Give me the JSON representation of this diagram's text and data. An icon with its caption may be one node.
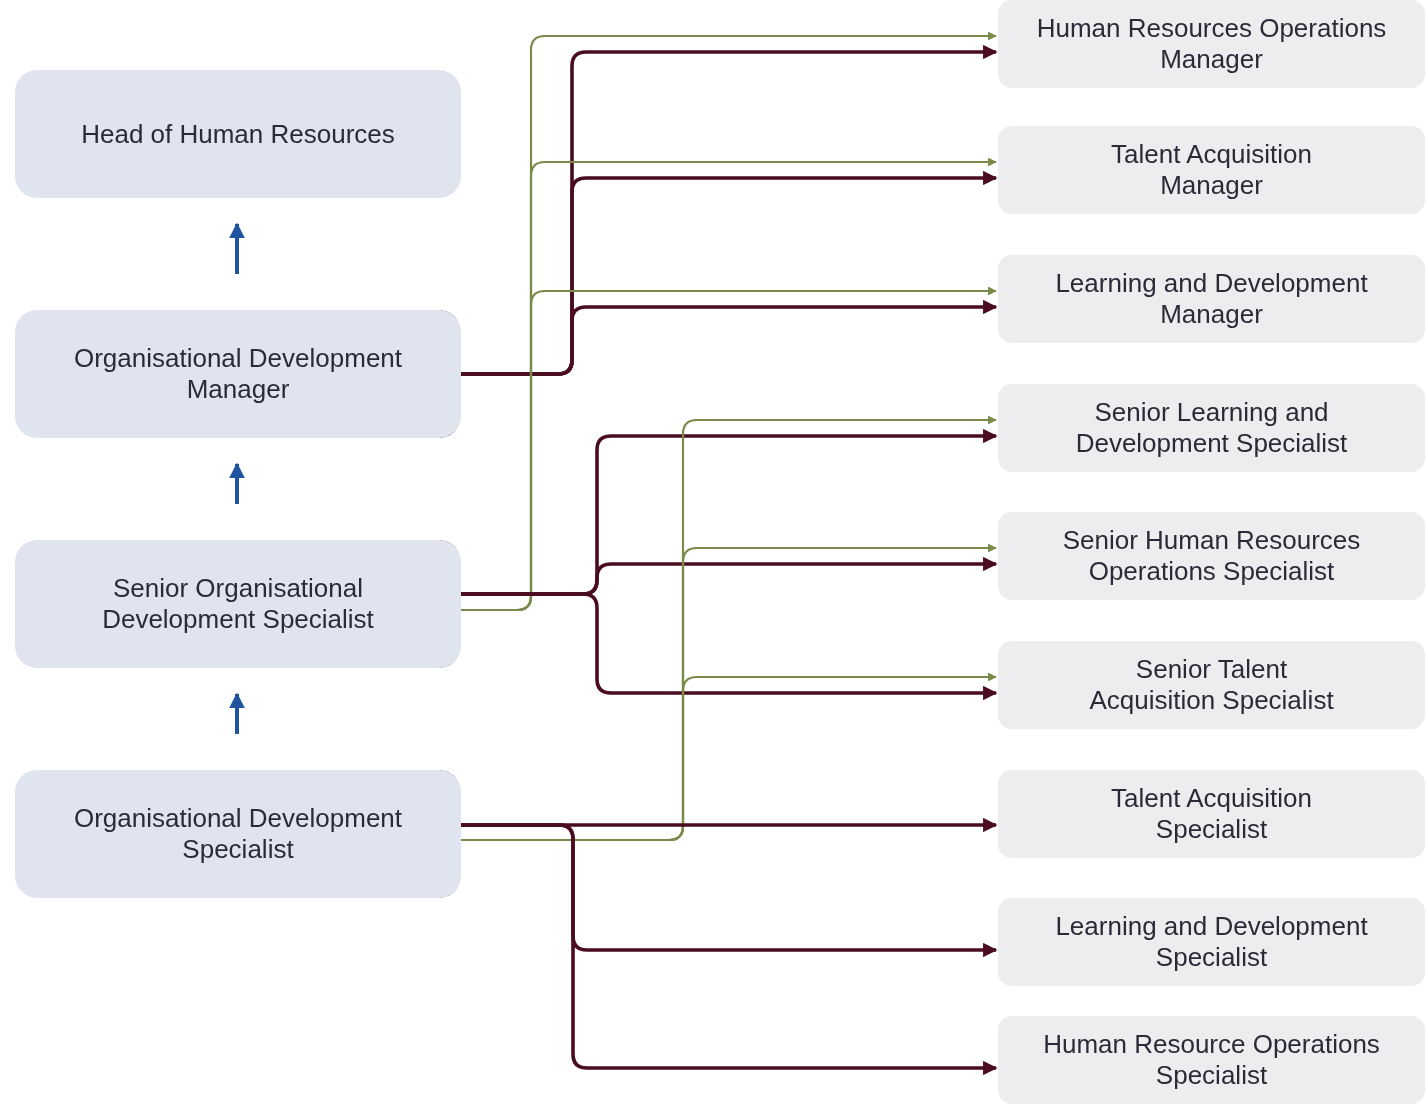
{
  "diagram": {
    "nodes": [
      {
        "text": [
          "Head of Human Resources"
        ]
      },
      {
        "text": [
          "Organisational Development Manager"
        ]
      },
      {
        "text": [
          "Senior Organisational Development Specialist"
        ]
      },
      {
        "text": [
          "Organisational Development Specialist"
        ]
      },
      {
        "text": [
          "Human Resources Operations Manager"
        ]
      },
      {
        "text": [
          "Talent Acquisition Manager"
        ]
      },
      {
        "text": [
          "Learning and Development Manager"
        ]
      },
      {
        "text": [
          "Senior Learning and Development Specialist"
        ]
      },
      {
        "text": [
          "Senior Human Resources Operations Specialist"
        ]
      },
      {
        "text": [
          "Senior Talent Acquisition Specialist"
        ]
      },
      {
        "text": [
          "Talent Acquisition Specialist"
        ]
      },
      {
        "text": [
          "Learning and Development Specialist"
        ]
      },
      {
        "text": [
          "Human Resource Operations Specialist"
        ]
      }
    ],
    "edges": [
      {
        "from": 1,
        "to": 0,
        "arrow": "to",
        "color": "#1f55a0"
      },
      {
        "from": 2,
        "to": 1,
        "arrow": "to",
        "color": "#1f55a0"
      },
      {
        "from": 3,
        "to": 2,
        "arrow": "to",
        "color": "#1f55a0"
      },
      {
        "from": 1,
        "to": 4,
        "arrow": "to"
      },
      {
        "from": 1,
        "to": 5,
        "arrow": "to"
      },
      {
        "from": 1,
        "to": 6,
        "arrow": "to"
      },
      {
        "from": 2,
        "to": 4,
        "arrow": "to",
        "color": "#7a8a4b"
      },
      {
        "from": 2,
        "to": 5,
        "arrow": "to",
        "color": "#7a8a4b"
      },
      {
        "from": 2,
        "to": 6,
        "arrow": "to",
        "color": "#7a8a4b"
      },
      {
        "from": 2,
        "to": 7,
        "arrow": "to"
      },
      {
        "from": 2,
        "to": 8,
        "arrow": "to"
      },
      {
        "from": 2,
        "to": 9,
        "arrow": "to"
      },
      {
        "from": 3,
        "to": 7,
        "arrow": "to",
        "color": "#7a8a4b"
      },
      {
        "from": 3,
        "to": 8,
        "arrow": "to",
        "color": "#7a8a4b"
      },
      {
        "from": 3,
        "to": 9,
        "arrow": "to",
        "color": "#7a8a4b"
      },
      {
        "from": 3,
        "to": 10,
        "arrow": "to"
      },
      {
        "from": 3,
        "to": 11,
        "arrow": "to"
      },
      {
        "from": 3,
        "to": 12,
        "arrow": "to"
      }
    ]
  }
}
